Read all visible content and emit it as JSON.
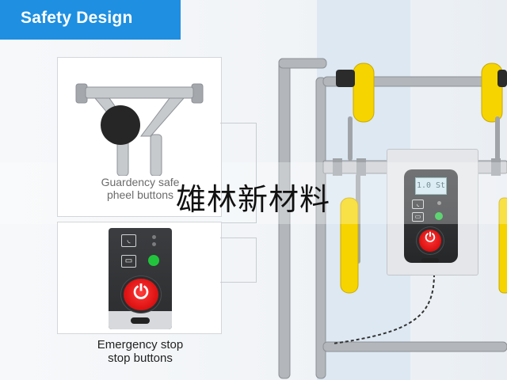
{
  "badge": {
    "title": "Safety Design"
  },
  "captions": {
    "guard_line1": "Guardency safe",
    "guard_line2": "pheel buttons",
    "estop_line1": "Emergency stop",
    "estop_line2": "stop buttons"
  },
  "watermark": "雄林新材料",
  "panel": {
    "lcd_text": "1.0 St"
  },
  "icons": {
    "power": "power-icon",
    "sleep": "sleep-icon",
    "bed": "bed-icon"
  },
  "colors": {
    "badge_blue": "#1e8fe1",
    "estop_red": "#e01414",
    "status_green": "#22c33c",
    "wheel_yellow": "#f5d400",
    "frame_grey": "#a9adb2"
  }
}
